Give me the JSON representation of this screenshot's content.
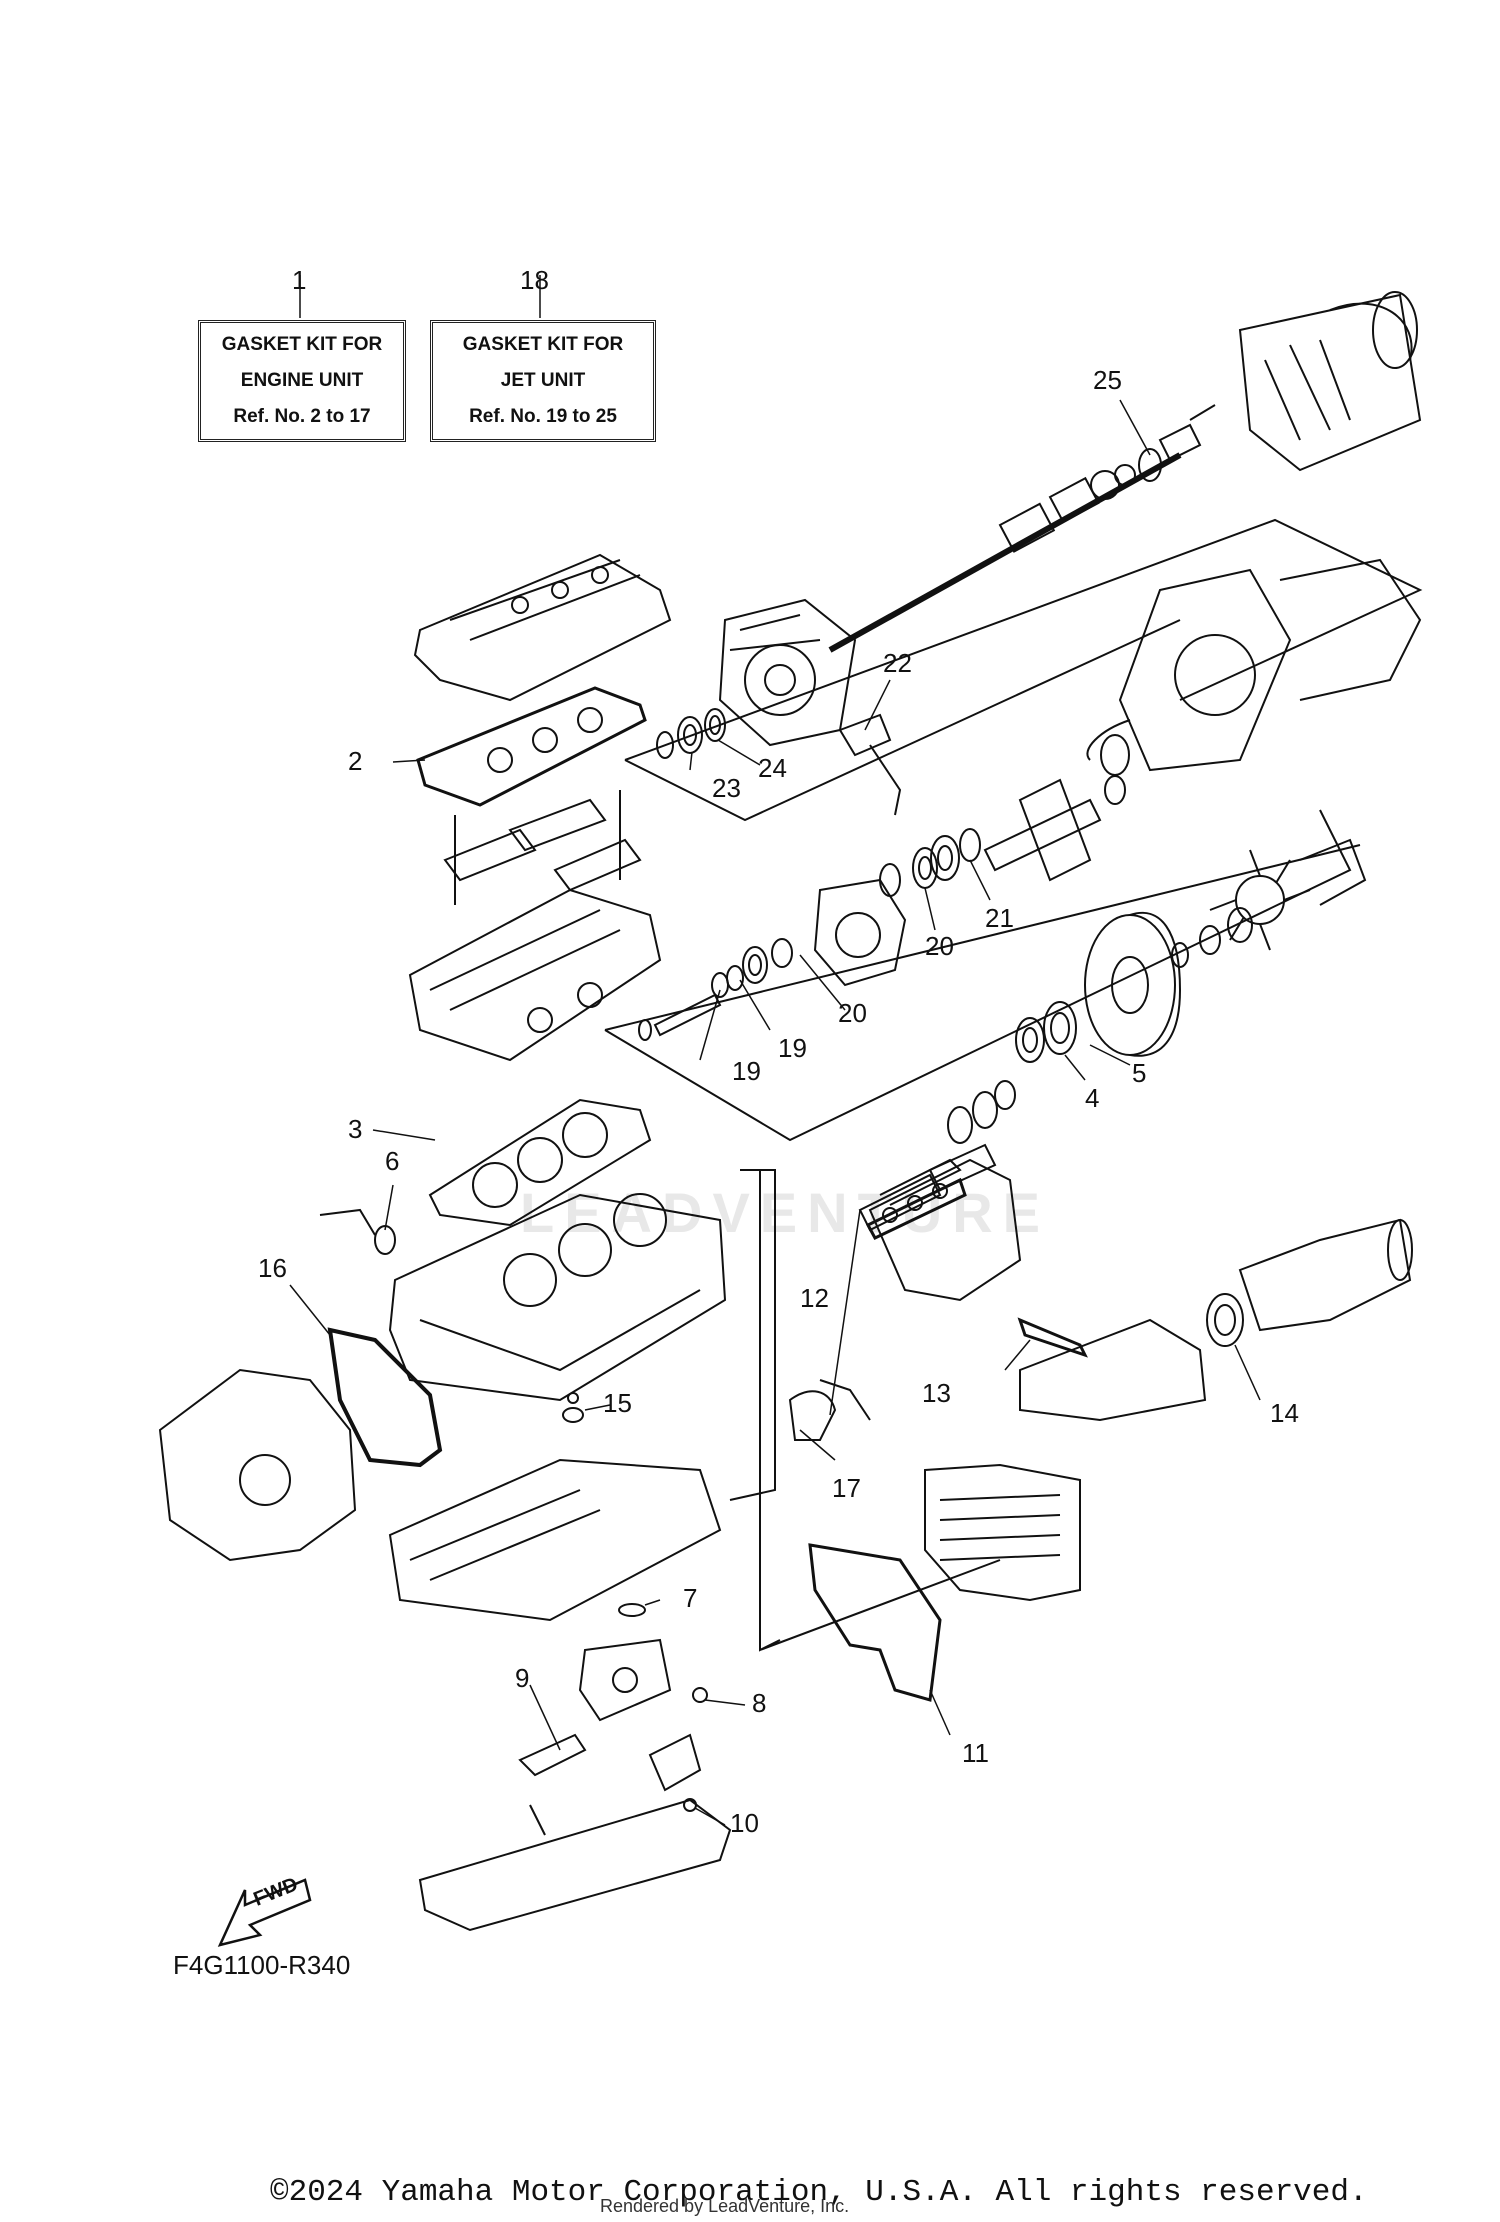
{
  "kits": [
    {
      "ref": "1",
      "lines": [
        "GASKET KIT FOR",
        "ENGINE UNIT",
        "Ref. No. 2 to 17"
      ]
    },
    {
      "ref": "18",
      "lines": [
        "GASKET KIT FOR",
        "JET UNIT",
        "Ref. No. 19 to 25"
      ]
    }
  ],
  "callouts": [
    "2",
    "3",
    "4",
    "5",
    "6",
    "7",
    "8",
    "9",
    "10",
    "11",
    "12",
    "13",
    "14",
    "15",
    "16",
    "17",
    "19",
    "19",
    "20",
    "20",
    "21",
    "22",
    "23",
    "24",
    "25"
  ],
  "fwd_label": "FWD",
  "diagram_code": "F4G1100-R340",
  "copyright": "©2024 Yamaha Motor Corporation, U.S.A. All rights reserved.",
  "rendered_by": "Rendered by LeadVenture, Inc.",
  "watermark": "LEADVENTURE"
}
